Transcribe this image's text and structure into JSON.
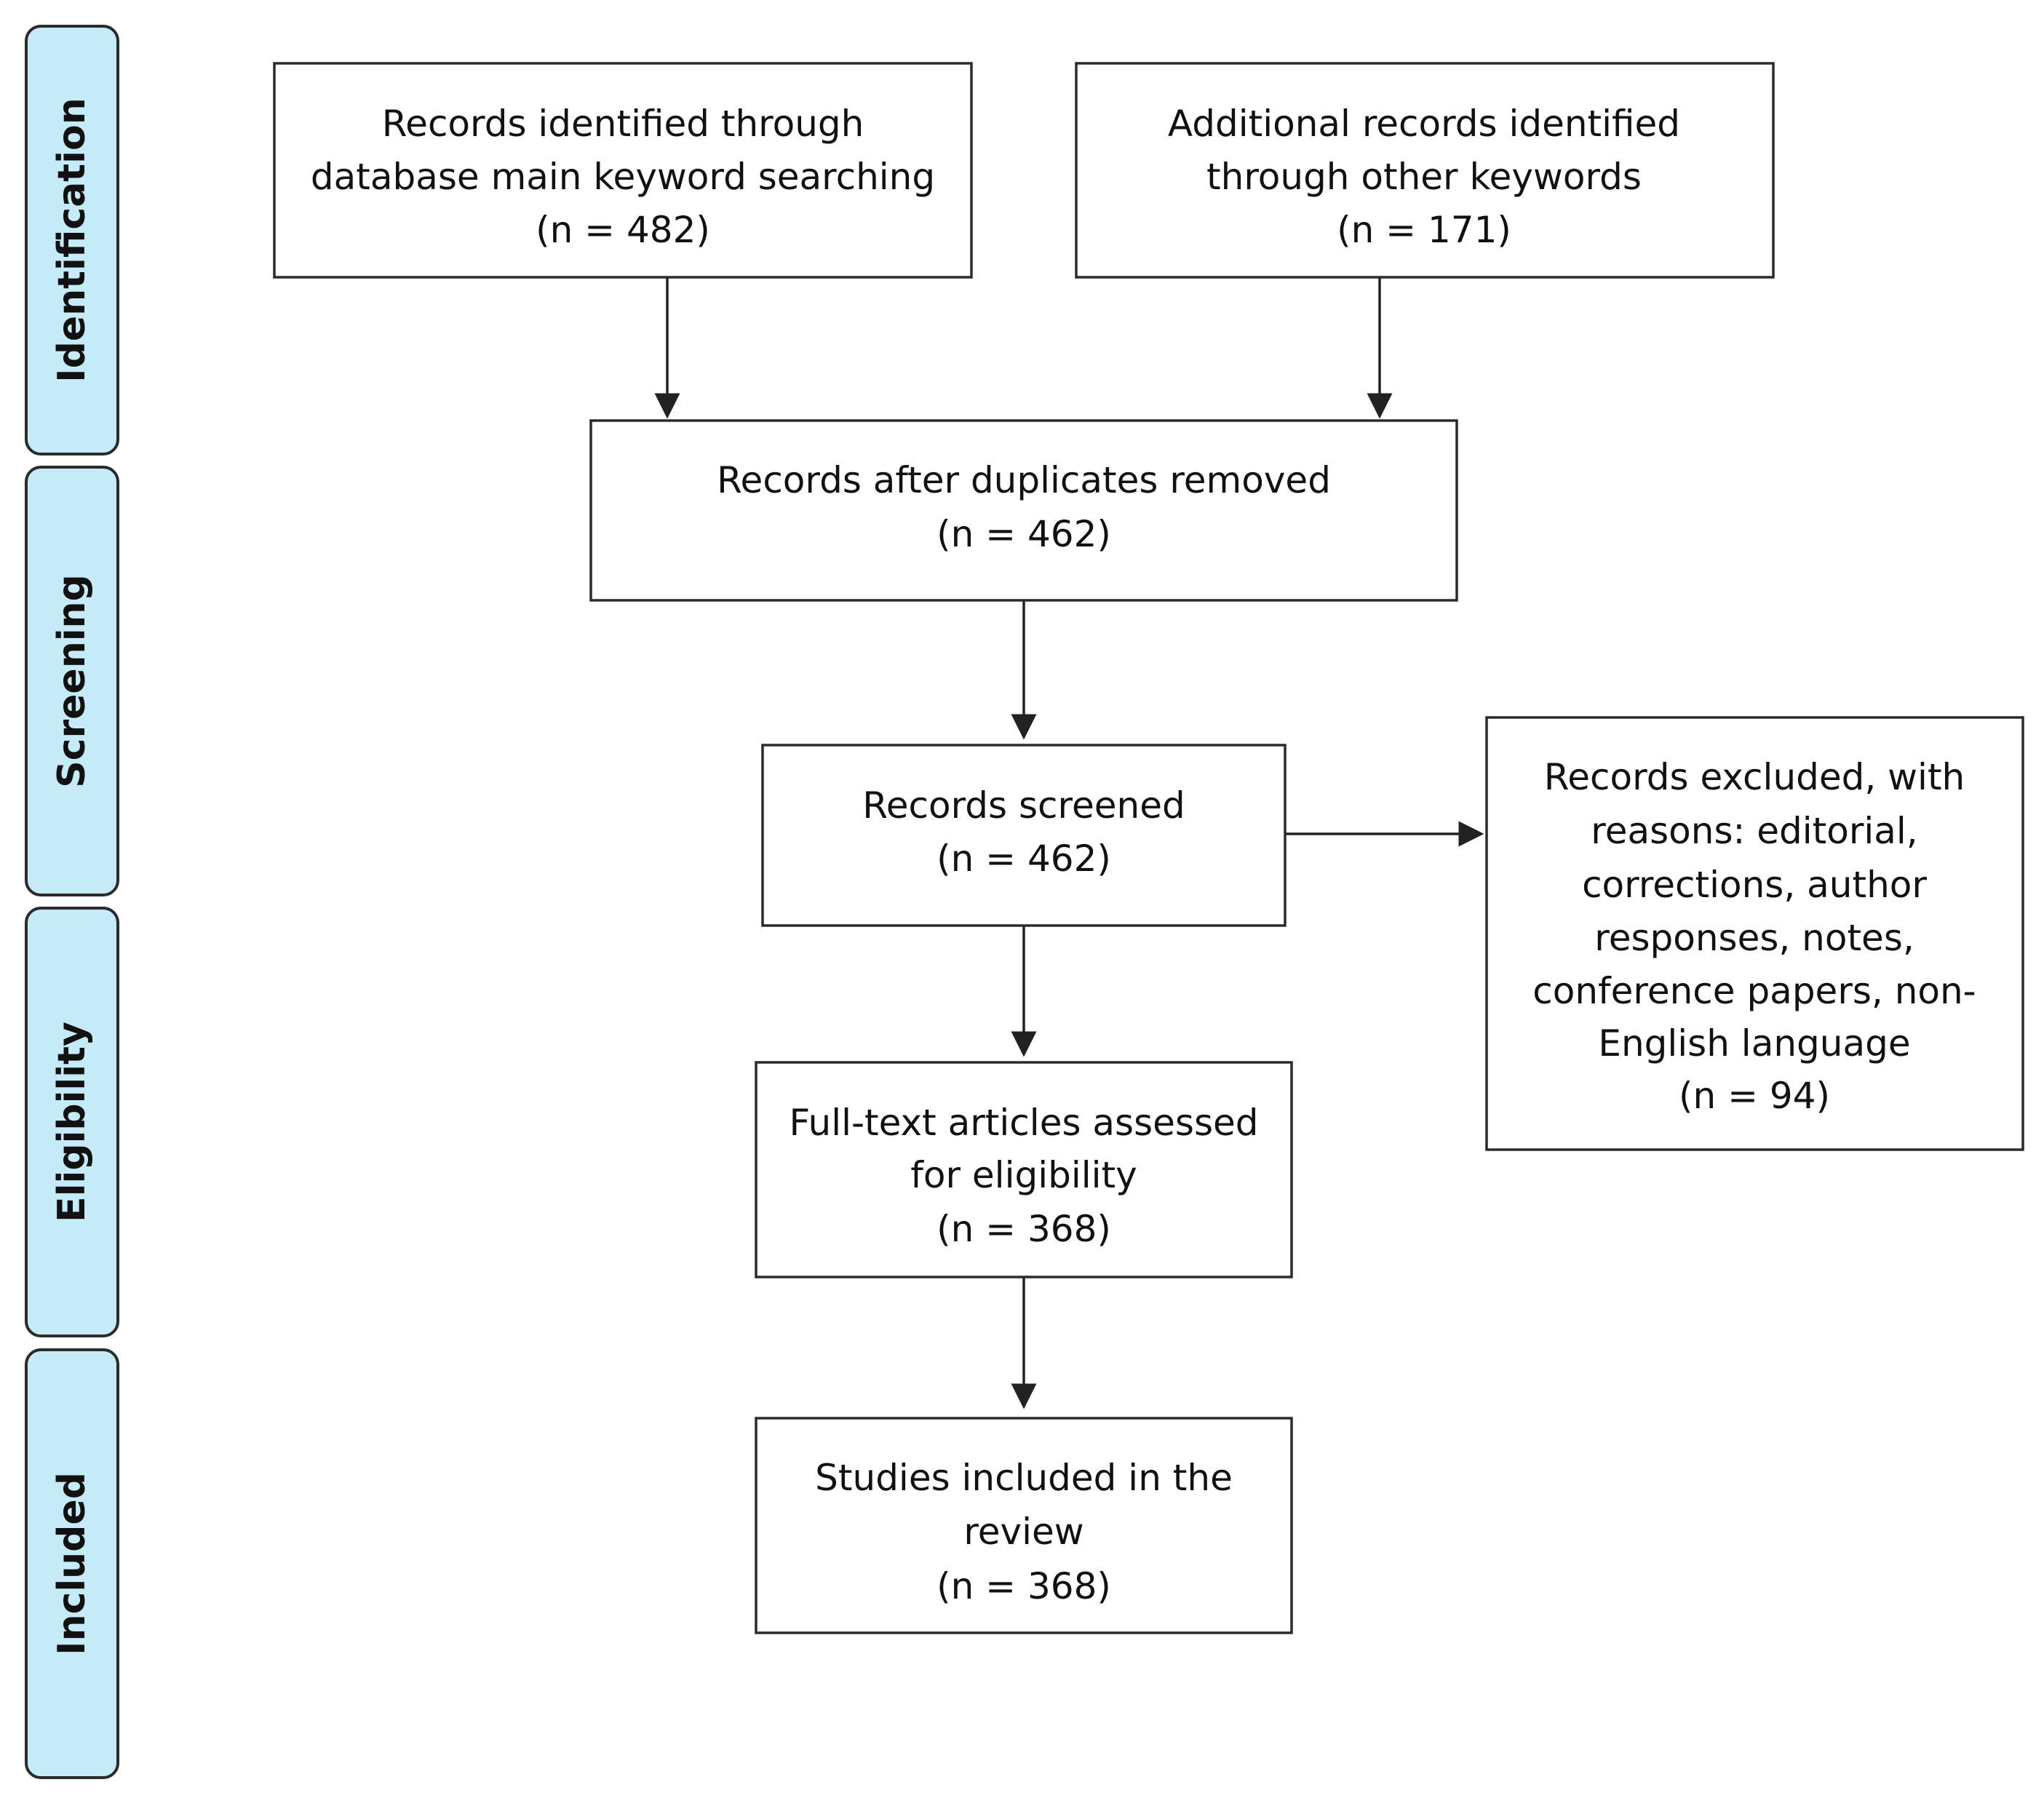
{
  "stages": [
    {
      "id": "identification",
      "label": "Identification"
    },
    {
      "id": "screening",
      "label": "Screening"
    },
    {
      "id": "eligibility",
      "label": "Eligibility"
    },
    {
      "id": "included",
      "label": "Included"
    }
  ],
  "boxes": {
    "database_records": {
      "lines": [
        "Records identified through",
        "database main keyword searching",
        "(n = 482)"
      ]
    },
    "additional_records": {
      "lines": [
        "Additional records identified",
        "through other keywords",
        "(n = 171)"
      ]
    },
    "after_duplicates": {
      "lines": [
        "Records after duplicates removed",
        "(n = 462)"
      ]
    },
    "screened": {
      "lines": [
        "Records screened",
        "(n = 462)"
      ]
    },
    "excluded": {
      "lines": [
        "Records excluded, with",
        "reasons: editorial,",
        "corrections, author",
        "responses, notes,",
        "conference papers, non-",
        "English language",
        "(n = 94)"
      ]
    },
    "full_text": {
      "lines": [
        "Full-text articles assessed",
        "for eligibility",
        "(n = 368)"
      ]
    },
    "included_studies": {
      "lines": [
        "Studies included in the",
        "review",
        "(n = 368)"
      ]
    }
  },
  "connections": [
    {
      "from": "database_records",
      "to": "after_duplicates"
    },
    {
      "from": "additional_records",
      "to": "after_duplicates"
    },
    {
      "from": "after_duplicates",
      "to": "screened"
    },
    {
      "from": "screened",
      "to": "excluded"
    },
    {
      "from": "screened",
      "to": "full_text"
    },
    {
      "from": "full_text",
      "to": "included_studies"
    }
  ]
}
